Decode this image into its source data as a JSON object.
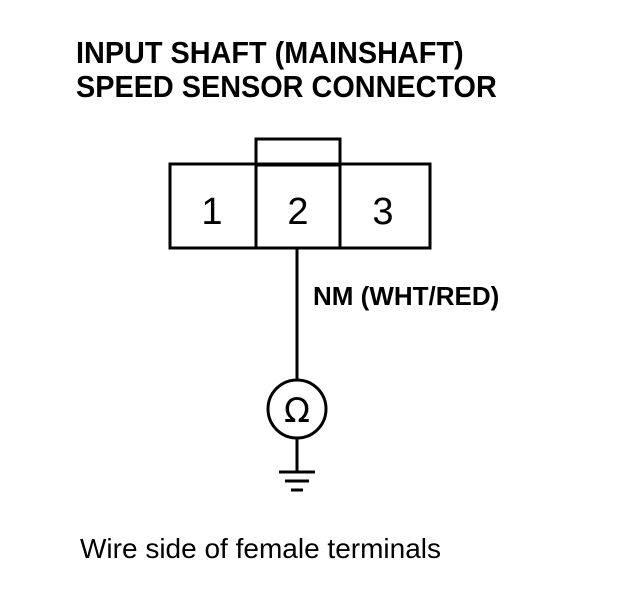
{
  "title": {
    "line1": "INPUT SHAFT (MAINSHAFT)",
    "line2": "SPEED SENSOR CONNECTOR"
  },
  "connector": {
    "pins": [
      "1",
      "2",
      "3"
    ]
  },
  "wire": {
    "label": "NM (WHT/RED)"
  },
  "meter": {
    "symbol": "Ω"
  },
  "caption": "Wire side of female terminals"
}
